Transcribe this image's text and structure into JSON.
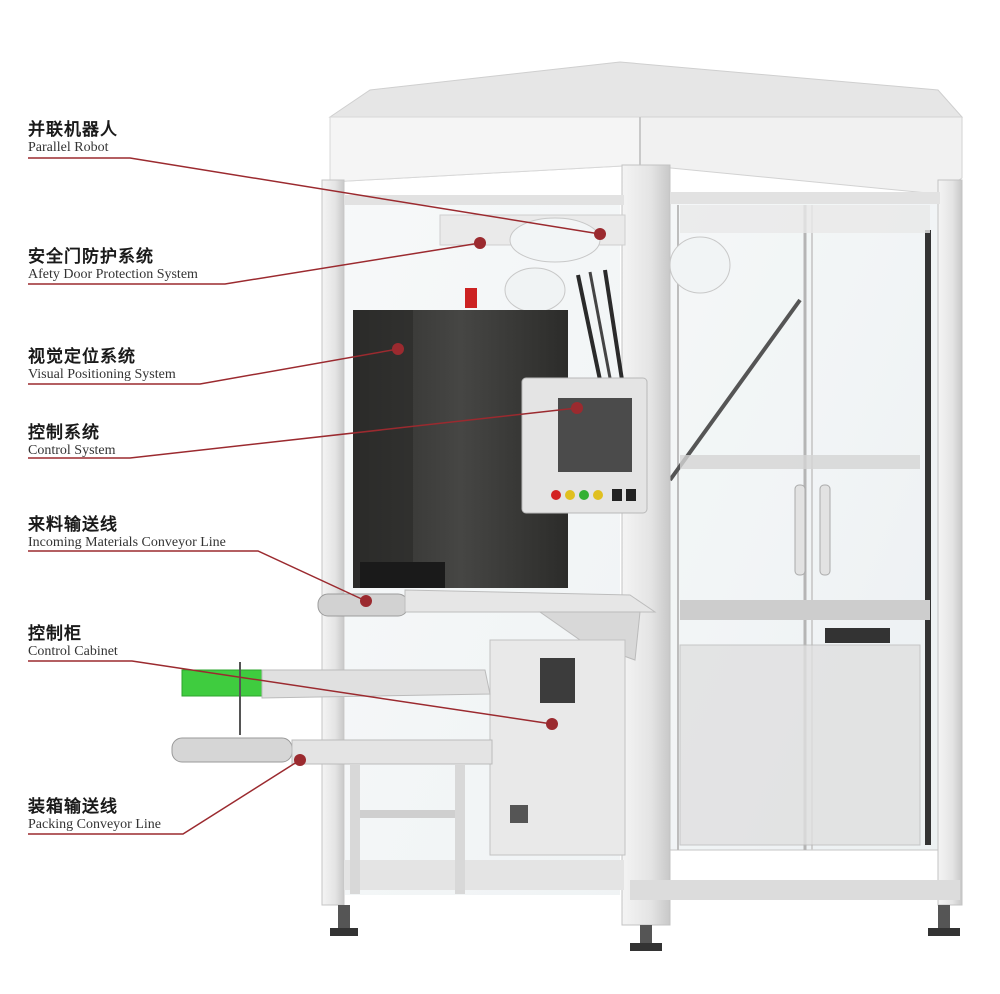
{
  "colors": {
    "leader": "#9b2a2f",
    "frame": "#ececec",
    "frame_shade": "#d0d0d0",
    "dark_box": "#3d3d3b",
    "green_belt": "#3fcc3f",
    "screen": "#464646"
  },
  "labels": [
    {
      "id": "parallel-robot",
      "zh": "并联机器人",
      "en": "Parallel Robot"
    },
    {
      "id": "safety-door",
      "zh": "安全门防护系统",
      "en": "Afety Door Protection System"
    },
    {
      "id": "visual-positioning",
      "zh": "视觉定位系统",
      "en": "Visual Positioning System"
    },
    {
      "id": "control-system",
      "zh": "控制系统",
      "en": "Control System"
    },
    {
      "id": "incoming-conveyor",
      "zh": "来料输送线",
      "en": "Incoming Materials Conveyor Line"
    },
    {
      "id": "control-cabinet",
      "zh": "控制柜",
      "en": "Control Cabinet"
    },
    {
      "id": "packing-conveyor",
      "zh": "装箱输送线",
      "en": "Packing Conveyor Line"
    }
  ]
}
